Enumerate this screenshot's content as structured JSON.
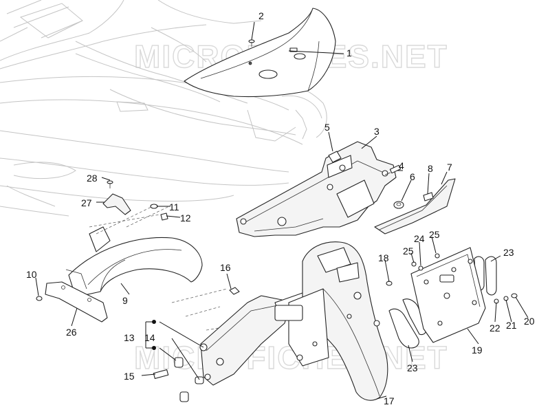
{
  "watermark": "MICROFICHES.NET",
  "callouts": [
    {
      "id": "c1",
      "label": "1"
    },
    {
      "id": "c2",
      "label": "2"
    },
    {
      "id": "c3",
      "label": "3"
    },
    {
      "id": "c4",
      "label": "4"
    },
    {
      "id": "c5",
      "label": "5"
    },
    {
      "id": "c6",
      "label": "6"
    },
    {
      "id": "c7",
      "label": "7"
    },
    {
      "id": "c8",
      "label": "8"
    },
    {
      "id": "c9",
      "label": "9"
    },
    {
      "id": "c10",
      "label": "10"
    },
    {
      "id": "c11",
      "label": "11"
    },
    {
      "id": "c12",
      "label": "12"
    },
    {
      "id": "c13",
      "label": "13"
    },
    {
      "id": "c14",
      "label": "14"
    },
    {
      "id": "c15",
      "label": "15"
    },
    {
      "id": "c16",
      "label": "16"
    },
    {
      "id": "c17",
      "label": "17"
    },
    {
      "id": "c18",
      "label": "18"
    },
    {
      "id": "c19",
      "label": "19"
    },
    {
      "id": "c20",
      "label": "20"
    },
    {
      "id": "c21",
      "label": "21"
    },
    {
      "id": "c22",
      "label": "22"
    },
    {
      "id": "c23a",
      "label": "23"
    },
    {
      "id": "c23b",
      "label": "23"
    },
    {
      "id": "c24",
      "label": "24"
    },
    {
      "id": "c25a",
      "label": "25"
    },
    {
      "id": "c25b",
      "label": "25"
    },
    {
      "id": "c26",
      "label": "26"
    },
    {
      "id": "c27",
      "label": "27"
    },
    {
      "id": "c28",
      "label": "28"
    }
  ]
}
